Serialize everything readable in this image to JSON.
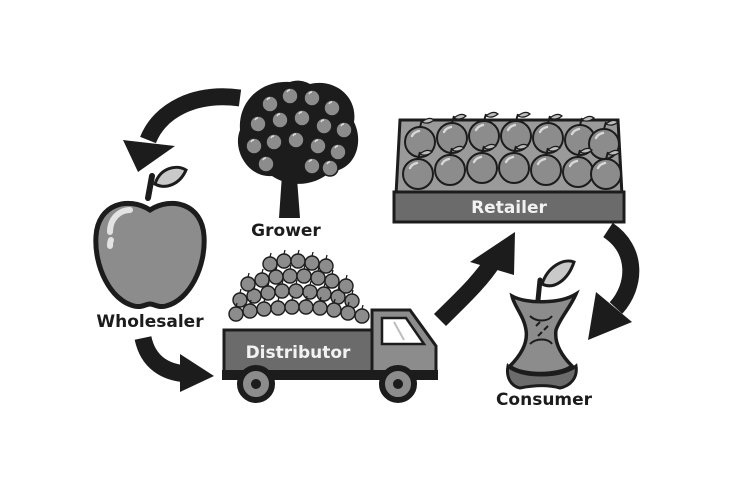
{
  "labels": {
    "grower": "Grower",
    "retailer": "Retailer",
    "wholesaler": "Wholesaler",
    "distributor": "Distributor",
    "consumer": "Consumer"
  },
  "colors": {
    "ink": "#1c1c1c",
    "apple_fill": "#8c8c8c",
    "apple_light": "#c9c9c9",
    "box_fill": "#6b6b6b",
    "box_light": "#9a9a9a",
    "background": "#ffffff"
  },
  "icons": [
    "tree-icon",
    "crate-icon",
    "apple-icon",
    "truck-icon",
    "apple-core-icon"
  ]
}
